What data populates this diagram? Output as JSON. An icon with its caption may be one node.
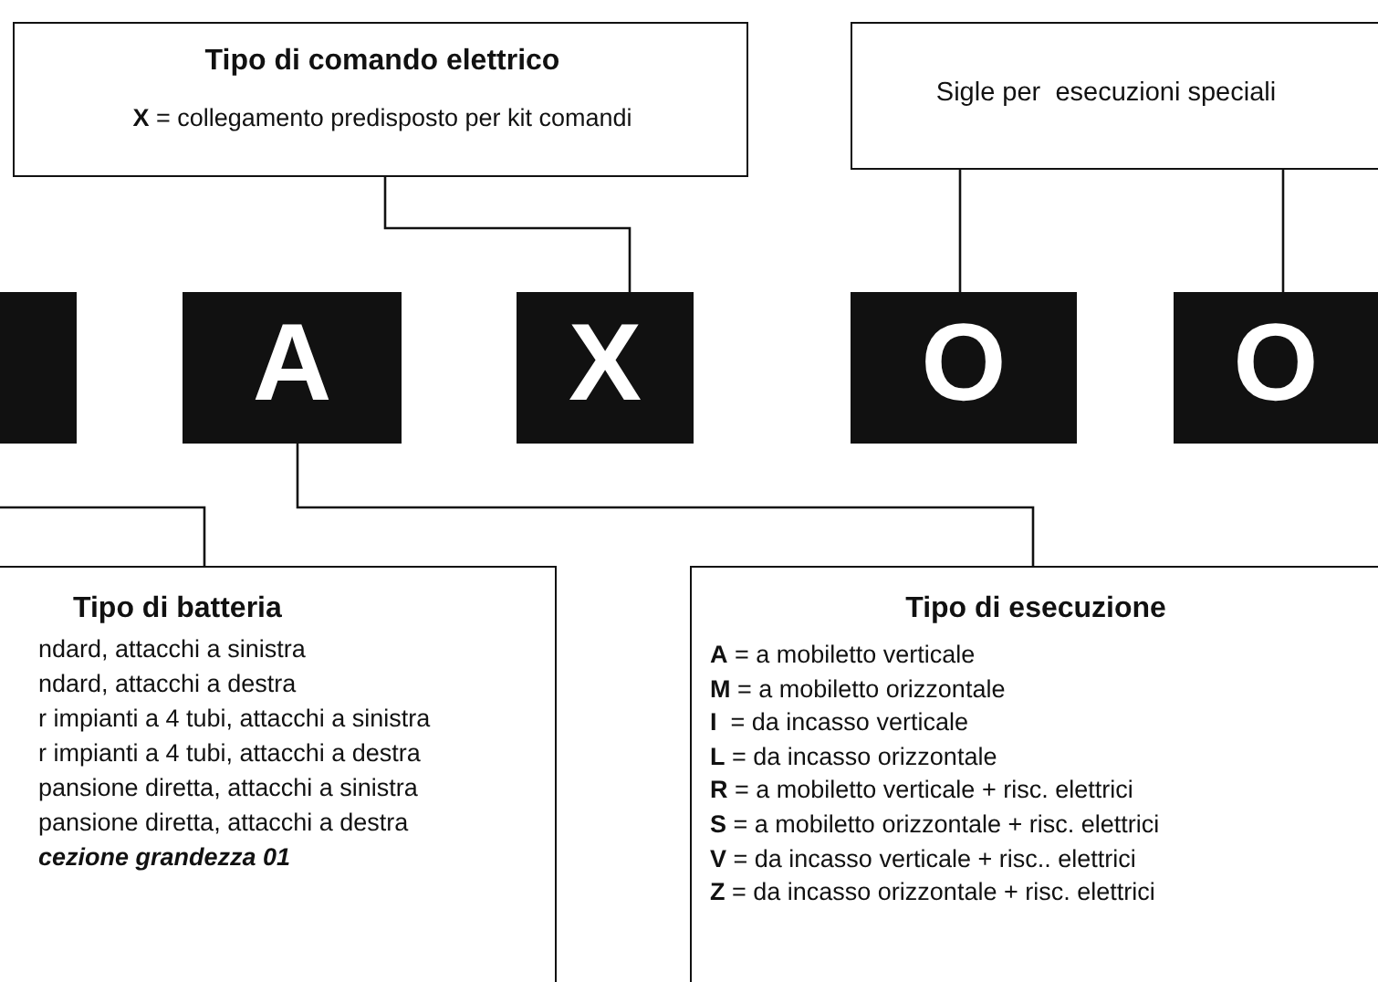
{
  "diagram": {
    "nodes": [
      {
        "text": [
          "Tipo di comando elettrico",
          "**X** = collegamento predisposto per kit comandi"
        ]
      },
      {
        "text": [
          "Sigle per  esecuzioni speciali"
        ]
      },
      {
        "text": [],
        "shape": "box"
      },
      {
        "text": [
          "A"
        ]
      },
      {
        "text": [
          "X"
        ]
      },
      {
        "text": [
          "O"
        ]
      },
      {
        "text": [
          "O"
        ]
      },
      {
        "text": [
          "Tipo di batteria",
          "ndard, attacchi a sinistra",
          "ndard, attacchi a destra",
          "r impianti a 4 tubi, attacchi a sinistra",
          "r impianti a 4 tubi, attacchi a destra",
          "pansione diretta, attacchi a sinistra",
          "pansione diretta, attacchi a destra",
          "cezione grandezza 01"
        ]
      },
      {
        "text": [
          "Tipo di esecuzione",
          "**A** = a mobiletto verticale",
          "**M** = a mobiletto orizzontale",
          "**I**  = da incasso verticale",
          "**L** = da incasso orizzontale",
          "**R** = a mobiletto verticale + risc. elettrici",
          "**S** = a mobiletto orizzontale + risc. elettrici",
          "**V** = da incasso verticale + risc.. elettrici",
          "**Z** = da incasso orizzontale + risc. elettrici"
        ]
      }
    ],
    "edges": [
      {
        "from": 0,
        "to": 4,
        "arrow": "none"
      },
      {
        "from": 1,
        "to": 5,
        "arrow": "none"
      },
      {
        "from": 1,
        "to": 6,
        "arrow": "none"
      },
      {
        "from": 3,
        "to": 8,
        "arrow": "none"
      },
      {
        "from": null,
        "to": 7,
        "arrow": "none"
      }
    ]
  }
}
